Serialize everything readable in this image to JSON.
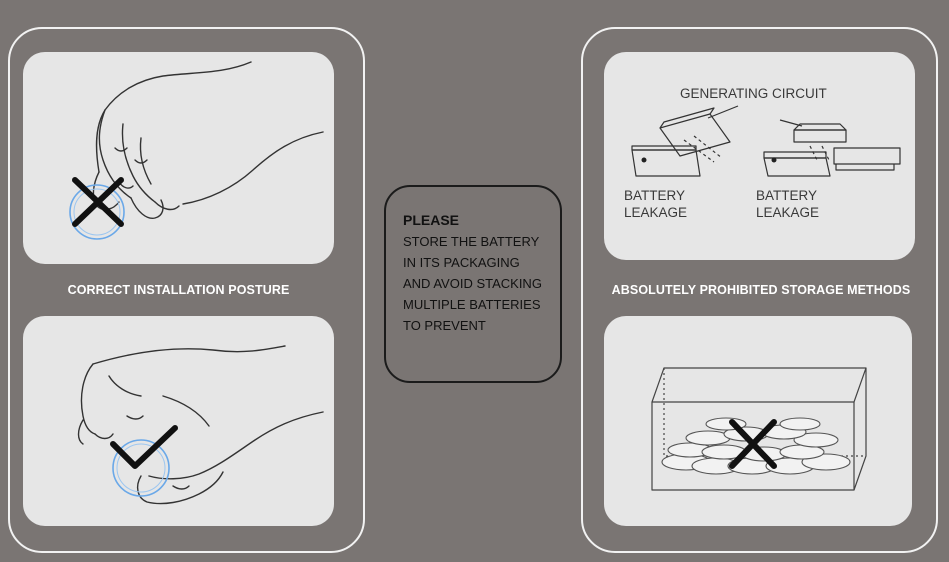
{
  "left": {
    "caption": "CORRECT INSTALLATION POSTURE",
    "top_mark": "cross",
    "bottom_mark": "check"
  },
  "notice": {
    "title": "PLEASE",
    "lines": [
      "STORE THE BATTERY",
      "IN ITS PACKAGING",
      "AND AVOID STACKING",
      "MULTIPLE BATTERIES",
      "TO PREVENT"
    ]
  },
  "right": {
    "caption": "ABSOLUTELY PROHIBITED STORAGE METHODS",
    "diagram": {
      "heading": "GENERATING CIRCUIT",
      "label_left": [
        "BATTERY",
        "LEAKAGE"
      ],
      "label_right": [
        "BATTERY",
        "LEAKAGE"
      ]
    },
    "bottom_mark": "cross"
  },
  "colors": {
    "background": "#7a7573",
    "card": "#e6e6e6",
    "battery_ring": "#6aa8e8"
  }
}
